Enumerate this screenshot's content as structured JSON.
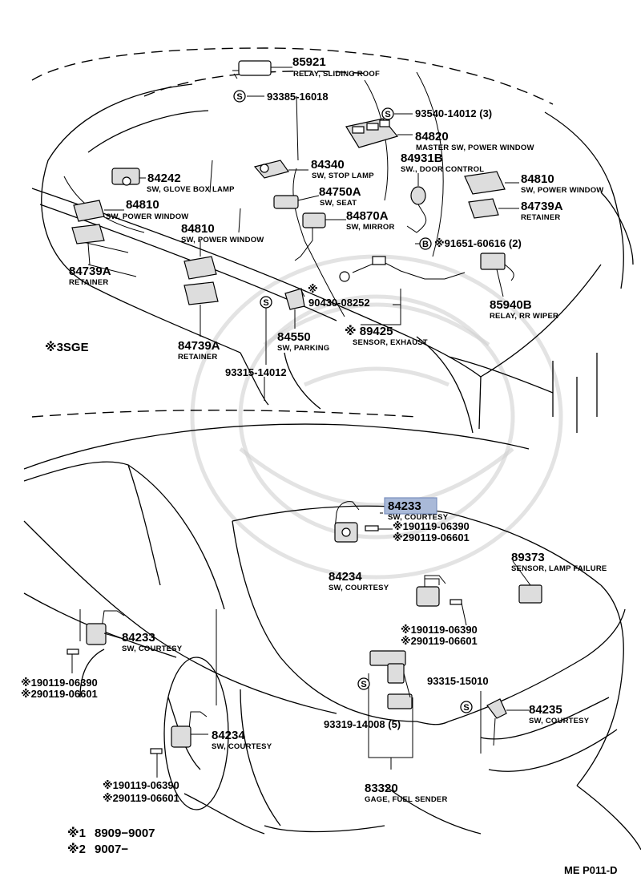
{
  "diagram_code": "ME P011-D",
  "engine_note": "※3SGE",
  "footnotes": [
    {
      "mark": "※1",
      "range": "8909−9007"
    },
    {
      "mark": "※2",
      "range": "9007−"
    }
  ],
  "symbols": {
    "s": "S",
    "b": "B"
  },
  "parts": {
    "p85921": {
      "number": "85921",
      "desc": "RELAY, SLIDING ROOF"
    },
    "p93385": {
      "number": "93385-16018"
    },
    "p93540": {
      "number": "93540-14012 (3)"
    },
    "p84820": {
      "number": "84820",
      "desc": "MASTER SW, POWER WINDOW"
    },
    "p84242": {
      "number": "84242",
      "desc": "SW, GLOVE BOX LAMP"
    },
    "p84340": {
      "number": "84340",
      "desc": "SW, STOP LAMP"
    },
    "p84931B": {
      "number": "84931B",
      "desc": "SW., DOOR CONTROL"
    },
    "p84810a": {
      "number": "84810",
      "desc": "SW, POWER WINDOW"
    },
    "p84810b": {
      "number": "84810",
      "desc": "SW, POWER WINDOW"
    },
    "p84810c": {
      "number": "84810",
      "desc": "SW, POWER WINDOW"
    },
    "p84750A": {
      "number": "84750A",
      "desc": "SW, SEAT"
    },
    "p84739Aa": {
      "number": "84739A",
      "desc": "RETAINER"
    },
    "p84739Ab": {
      "number": "84739A",
      "desc": "RETAINER"
    },
    "p84739Ac": {
      "number": "84739A",
      "desc": "RETAINER"
    },
    "p84870A": {
      "number": "84870A",
      "desc": "SW, MIRROR"
    },
    "p91651": {
      "number": "※91651-60616 (2)"
    },
    "p90430": {
      "mark": "※",
      "number": "90430-08252"
    },
    "p85940B": {
      "number": "85940B",
      "desc": "RELAY, RR WIPER"
    },
    "p84550": {
      "number": "84550",
      "desc": "SW, PARKING"
    },
    "p89425": {
      "number": "※ 89425",
      "desc": "SENSOR, EXHAUST"
    },
    "p93315a": {
      "number": "93315-14012"
    },
    "p84233a": {
      "number": "84233",
      "desc": "SW, COURTESY"
    },
    "p19019a": {
      "number": "※190119-06390"
    },
    "p29019a": {
      "number": "※290119-06601"
    },
    "p89373": {
      "number": "89373",
      "desc": "SENSOR, LAMP FAILURE"
    },
    "p84234a": {
      "number": "84234",
      "desc": "SW, COURTESY"
    },
    "p19019b": {
      "number": "※190119-06390"
    },
    "p29019b": {
      "number": "※290119-06601"
    },
    "p84233b": {
      "number": "84233",
      "desc": "SW, COURTESY"
    },
    "p19019c": {
      "number": "※190119-06390"
    },
    "p29019c": {
      "number": "※290119-06601"
    },
    "p93315b": {
      "number": "93315-15010"
    },
    "p84235": {
      "number": "84235",
      "desc": "SW, COURTESY"
    },
    "p93319": {
      "number": "93319-14008 (5)"
    },
    "p84234b": {
      "number": "84234",
      "desc": "SW, COURTESY"
    },
    "p19019d": {
      "number": "※190119-06390"
    },
    "p29019d": {
      "number": "※290119-06601"
    },
    "p83320": {
      "number": "83320",
      "desc": "GAGE, FUEL SENDER"
    }
  }
}
